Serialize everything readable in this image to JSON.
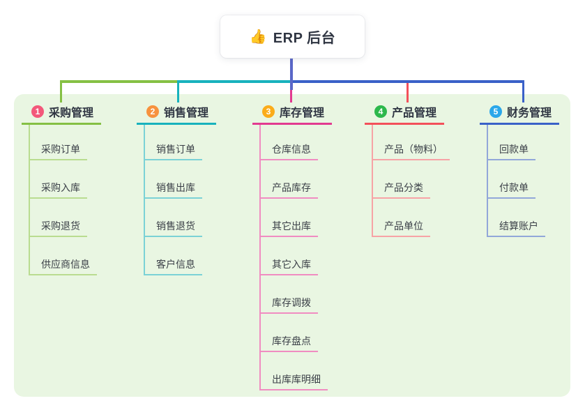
{
  "canvas": {
    "background": "#ffffff",
    "panel_background": "#e9f6e2"
  },
  "root": {
    "icon": "👍",
    "label": "ERP 后台",
    "trunk_color": "#5a67c8"
  },
  "branches": [
    {
      "num": "1",
      "title": "采购管理",
      "badge_color": "#f3587a",
      "line_color": "#85c044",
      "light_color": "#b9dc90",
      "children": [
        "采购订单",
        "采购入库",
        "采购退货",
        "供应商信息"
      ]
    },
    {
      "num": "2",
      "title": "销售管理",
      "badge_color": "#f7923e",
      "line_color": "#18b2bd",
      "light_color": "#7bd2d6",
      "children": [
        "销售订单",
        "销售出库",
        "销售退货",
        "客户信息"
      ]
    },
    {
      "num": "3",
      "title": "库存管理",
      "badge_color": "#fbac1a",
      "line_color": "#e23a90",
      "light_color": "#f08cc1",
      "children": [
        "仓库信息",
        "产品库存",
        "其它出库",
        "其它入库",
        "库存调拨",
        "库存盘点",
        "出库库明细"
      ]
    },
    {
      "num": "4",
      "title": "产品管理",
      "badge_color": "#2db84c",
      "line_color": "#f3505a",
      "light_color": "#f7a3a6",
      "children": [
        "产品（物料）",
        "产品分类",
        "产品单位"
      ]
    },
    {
      "num": "5",
      "title": "财务管理",
      "badge_color": "#2aa7ea",
      "line_color": "#3a61c8",
      "light_color": "#92a7d9",
      "children": [
        "回款单",
        "付款单",
        "结算账户"
      ]
    }
  ]
}
